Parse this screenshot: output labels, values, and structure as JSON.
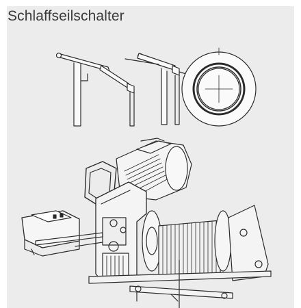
{
  "page": {
    "title": "Schlaffseilschalter"
  },
  "colors": {
    "panel_background": "#ececec",
    "title_text": "#3a3a3a",
    "line_art": "#2b2b2b"
  },
  "figures": [
    {
      "name": "lever-arm-detail-1",
      "icon": "slack-rope-switch-lever-drawing"
    },
    {
      "name": "lever-arm-detail-2",
      "icon": "slack-rope-switch-lever-drawing"
    },
    {
      "name": "rope-drum-section-detail",
      "icon": "drum-section-drawing"
    },
    {
      "name": "winch-assembly",
      "icon": "electric-winch-drawing"
    }
  ]
}
